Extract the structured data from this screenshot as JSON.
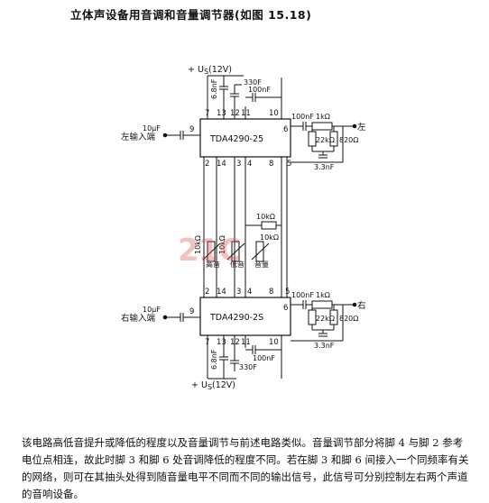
{
  "title": "立体声设备用音调和音量调节器(如图 15.18)",
  "watermark": "21C",
  "top": {
    "supply": "+ U",
    "supply_sub": "S",
    "supply_val": "(12V)",
    "chip": "TDA4290-25",
    "input_label": "左输入端",
    "output_label": "左",
    "cap_in": "10μF",
    "cap_pin12": "6.8nF",
    "cap_pin13": "330F",
    "cap_100nF_a": "100nF",
    "cap_out": "100nF",
    "res_1k": "1kΩ",
    "res_22k": "22kΩ",
    "res_820": "820Ω",
    "cap_3n3": "3.3nF",
    "pins_top": [
      "7",
      "13",
      "12",
      "11",
      "10"
    ],
    "pins_bottom": [
      "2",
      "14",
      "3",
      "4",
      "8",
      "5"
    ],
    "pin_out": "6",
    "pin_in": "9"
  },
  "middle": {
    "pot_labels": [
      "高音",
      "低音",
      "音量"
    ],
    "pot_vals": [
      "10kΩ",
      "10kΩ",
      "10kΩ"
    ],
    "res_10k": "10kΩ"
  },
  "bottom": {
    "supply": "+ U",
    "supply_sub": "S",
    "supply_val": "(12V)",
    "chip": "TDA4290-2S",
    "input_label": "右输入端",
    "output_label": "右",
    "cap_in": "10μF",
    "cap_pin12": "6.8nF",
    "cap_pin13": "330F",
    "cap_100nF_a": "100nF",
    "cap_out": "100nF",
    "res_1k": "1kΩ",
    "res_22k": "22kΩ",
    "res_820": "820Ω",
    "cap_3n3": "3.3nF",
    "pins_top": [
      "2",
      "14",
      "3",
      "4",
      "8",
      "5"
    ],
    "pins_bottom": [
      "7",
      "13",
      "12",
      "11",
      "10"
    ],
    "pin_out": "6",
    "pin_in": "9"
  },
  "description": "该电路高低音提升或降低的程度以及音量调节与前述电路类似。音量调节部分将脚 4 与脚 2 参考电位点相连，故此时脚 3 和脚 6 处音调降低的程度不同。若在脚 3 和脚 6 间接入一个同频率有关的网络，则可在其抽头处得到随音量电平不同而不同的输出信号，此信号可分别控制左右两个声道的音响设备。"
}
